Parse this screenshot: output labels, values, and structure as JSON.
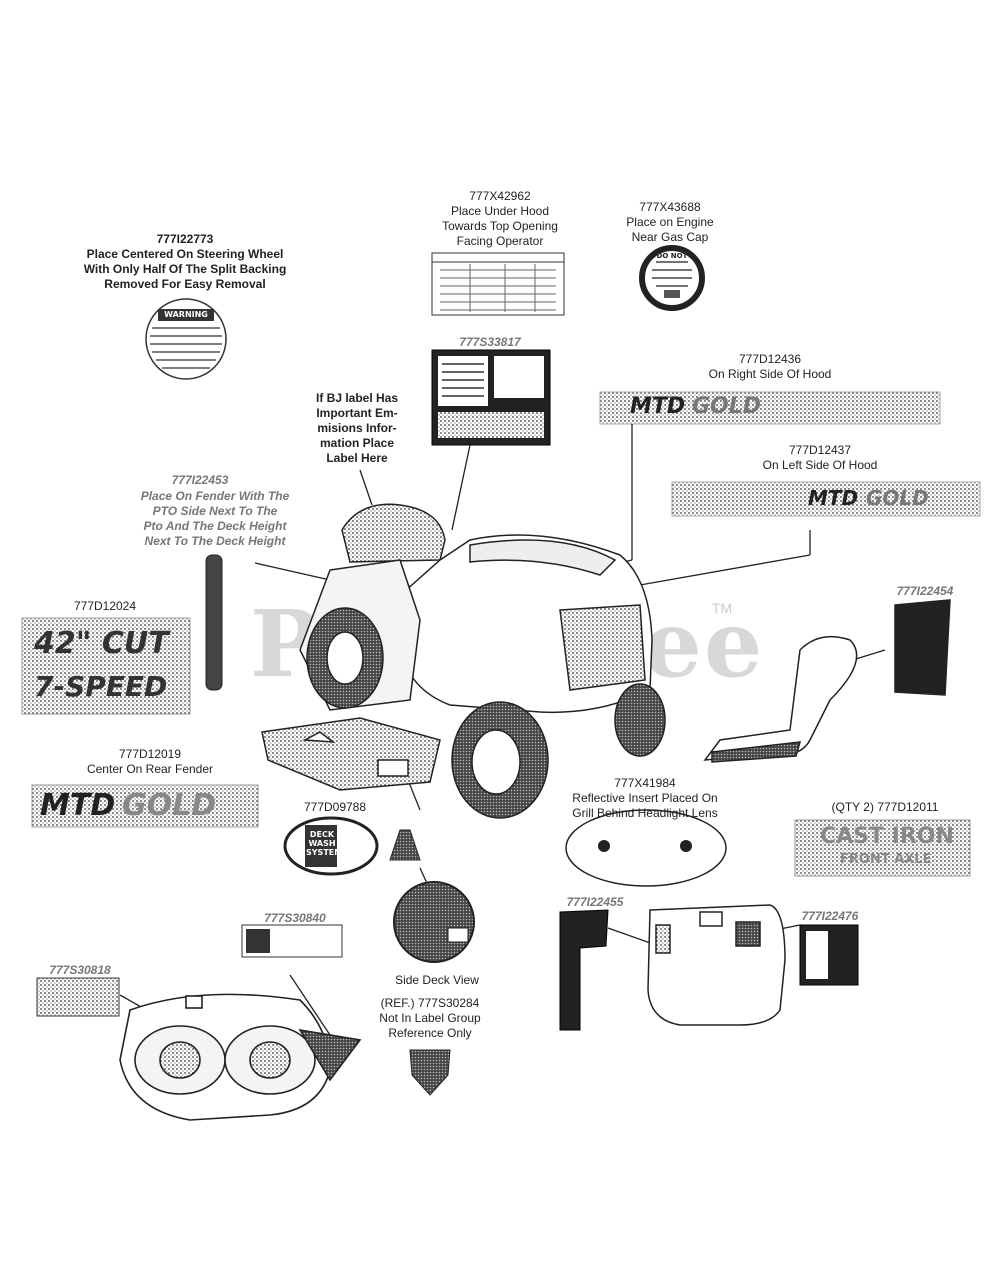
{
  "watermark": {
    "text": "PartsTree",
    "tm": "TM"
  },
  "labels": {
    "p777I22773": "777I22773\nPlace Centered On Steering Wheel\nWith Only Half Of The Split Backing\nRemoved For Easy Removal",
    "p777X42962": "777X42962\nPlace Under Hood\nTowards Top Opening\nFacing Operator",
    "p777X43688": "777X43688\nPlace on Engine\nNear Gas Cap",
    "p777S33817": "777S33817",
    "bj_label": "If BJ label Has\nImportant Em-\nmisions Infor-\nmation Place\nLabel Here",
    "p777D12436": "777D12436\nOn Right Side Of Hood",
    "p777D12437": "777D12437\nOn Left Side Of Hood",
    "p777I22453_num": "777I22453",
    "p777I22453_text": "Place On Fender With The\nPTO Side Next To The\nPto And The Deck Height\nNext To The Deck Height",
    "p777D12024": "777D12024",
    "p777I22454": "777I22454",
    "p777D12019": "777D12019\nCenter On Rear Fender",
    "p777D09788": "777D09788",
    "p777X41984": "777X41984\nReflective Insert Placed On\nGrill Behind Headlight Lens",
    "p777D12011": "(QTY 2) 777D12011",
    "p777S30840": "777S30840",
    "p777S30818": "777S30818",
    "side_deck": "Side Deck View",
    "p777S30284": "(REF.) 777S30284\nNot In Label Group\nReference Only",
    "p777I22455": "777I22455",
    "p777I22476": "777I22476"
  },
  "decals": {
    "mtd": "MTD",
    "gold": "GOLD",
    "cut": "42\" CUT",
    "speed": "7-SPEED",
    "cast_iron": "CAST IRON",
    "front_axle": "FRONT AXLE",
    "deck_wash": "DECK WASH SYSTEM",
    "warning_word": "WARNING",
    "do_not": "DO NOT"
  }
}
